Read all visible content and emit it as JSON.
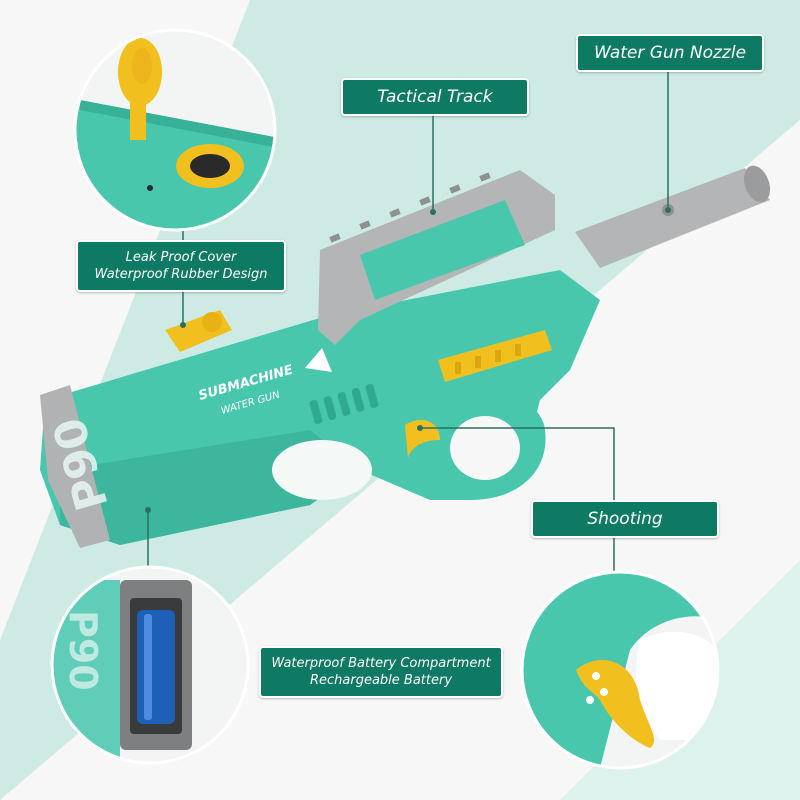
{
  "labels": {
    "nozzle": "Water Gun Nozzle",
    "track": "Tactical Track",
    "cover_line1": "Leak Proof Cover",
    "cover_line2": "Waterproof Rubber Design",
    "shooting": "Shooting",
    "battery_line1": "Waterproof Battery Compartment",
    "battery_line2": "Rechargeable Battery"
  },
  "gun_print": {
    "model_line1": "SUBMACHINE",
    "model_line2": "WATER GUN",
    "side_text": "P90"
  },
  "colors": {
    "background_band": "#bfe7de",
    "background_light": "#f7f7f7",
    "body": "#49c7ad",
    "body_dark": "#2fa98f",
    "grey_parts": "#a8aaab",
    "accent_yellow": "#f2c01e",
    "label_bg": "#0e7a63",
    "battery_blue": "#1e5fb8"
  },
  "icons": [
    "gun-product-image",
    "cover-detail-image",
    "battery-detail-image",
    "trigger-detail-image"
  ]
}
